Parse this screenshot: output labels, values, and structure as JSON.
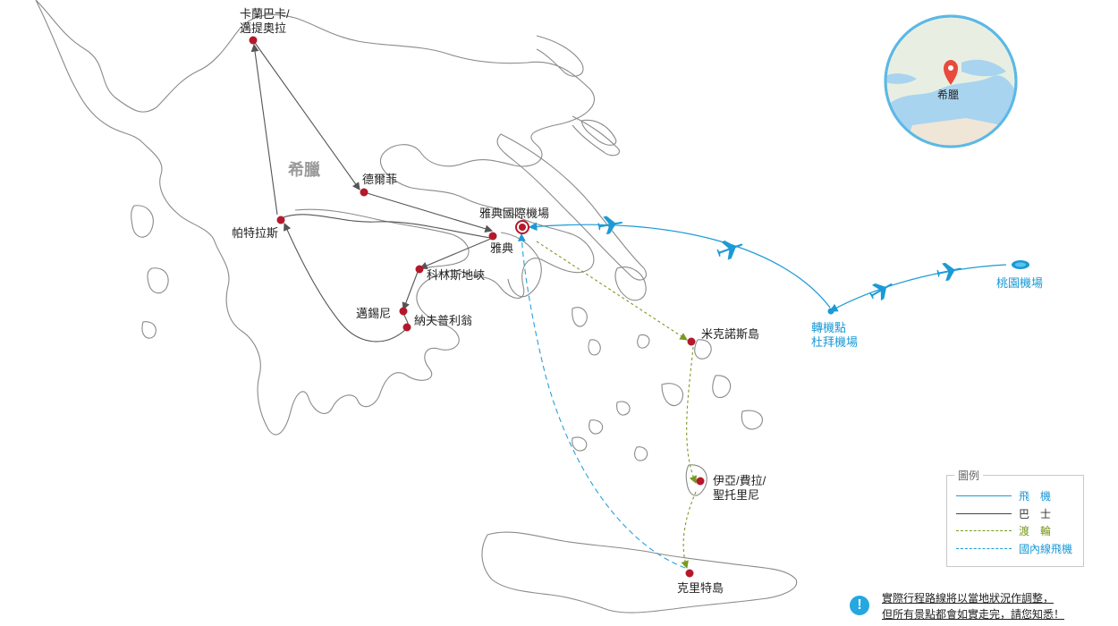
{
  "country_label": "希臘",
  "places": {
    "kalambaka": "卡蘭巴卡/\n邁提奧拉",
    "delphi": "德爾菲",
    "athens_airport": "雅典國際機場",
    "athens": "雅典",
    "patras": "帕特拉斯",
    "corinth": "科林斯地峽",
    "mycenae": "邁錫尼",
    "nafplio": "納夫普利翁",
    "mykonos": "米克諾斯島",
    "santorini": "伊亞/費拉/\n聖托里尼",
    "crete": "克里特島",
    "dubai": "轉機點\n杜拜機場",
    "taoyuan": "桃園機場"
  },
  "inset": {
    "label": "希臘"
  },
  "legend": {
    "title": "圖例",
    "items": [
      {
        "label": "飛　機",
        "color": "#1a9ad6",
        "style": "solid"
      },
      {
        "label": "巴　士",
        "color": "#444444",
        "style": "solid"
      },
      {
        "label": "渡　輪",
        "color": "#7a9a1e",
        "style": "dashed"
      },
      {
        "label": "國內線飛機",
        "color": "#1a9ad6",
        "style": "dashed"
      }
    ]
  },
  "note": {
    "line1": "實際行程路線將以當地狀況作調整，",
    "line2": "但所有景點都會如實走完，請您知悉！"
  },
  "colors": {
    "flight": "#1a9ad6",
    "bus": "#555555",
    "ferry": "#7a9a1e",
    "domestic_flight": "#2a9fd8",
    "city_dot": "#b3192b",
    "coast": "#8a8a8a"
  },
  "icons": [
    "airplane-icon",
    "info-icon",
    "location-pin-icon"
  ]
}
